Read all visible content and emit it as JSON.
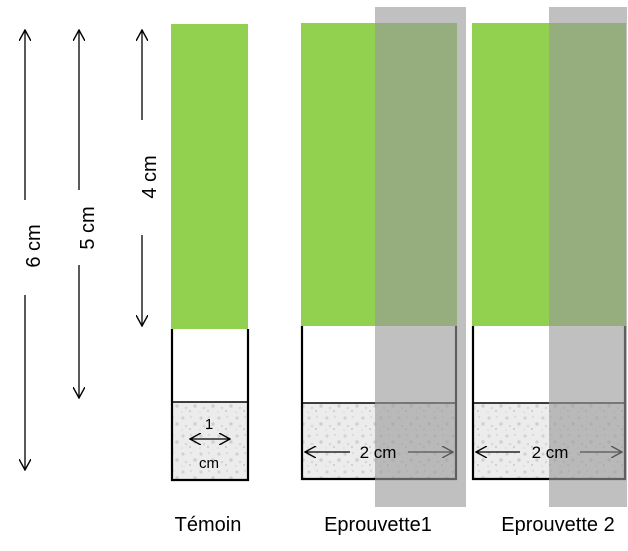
{
  "dimensions": {
    "six_cm": "6 cm",
    "five_cm": "5 cm",
    "four_cm": "4 cm"
  },
  "temoin": {
    "width_top": "1",
    "width_bottom": "cm",
    "caption": "Témoin"
  },
  "eprouvette1": {
    "width": "2 cm",
    "caption": "Eprouvette1"
  },
  "eprouvette2": {
    "width": "2 cm",
    "caption": "Eprouvette 2"
  },
  "colors": {
    "green": "#92d050",
    "gray_overlay": "#a6a6a6",
    "gravel": "#e8e8e8",
    "outline": "#000000"
  }
}
